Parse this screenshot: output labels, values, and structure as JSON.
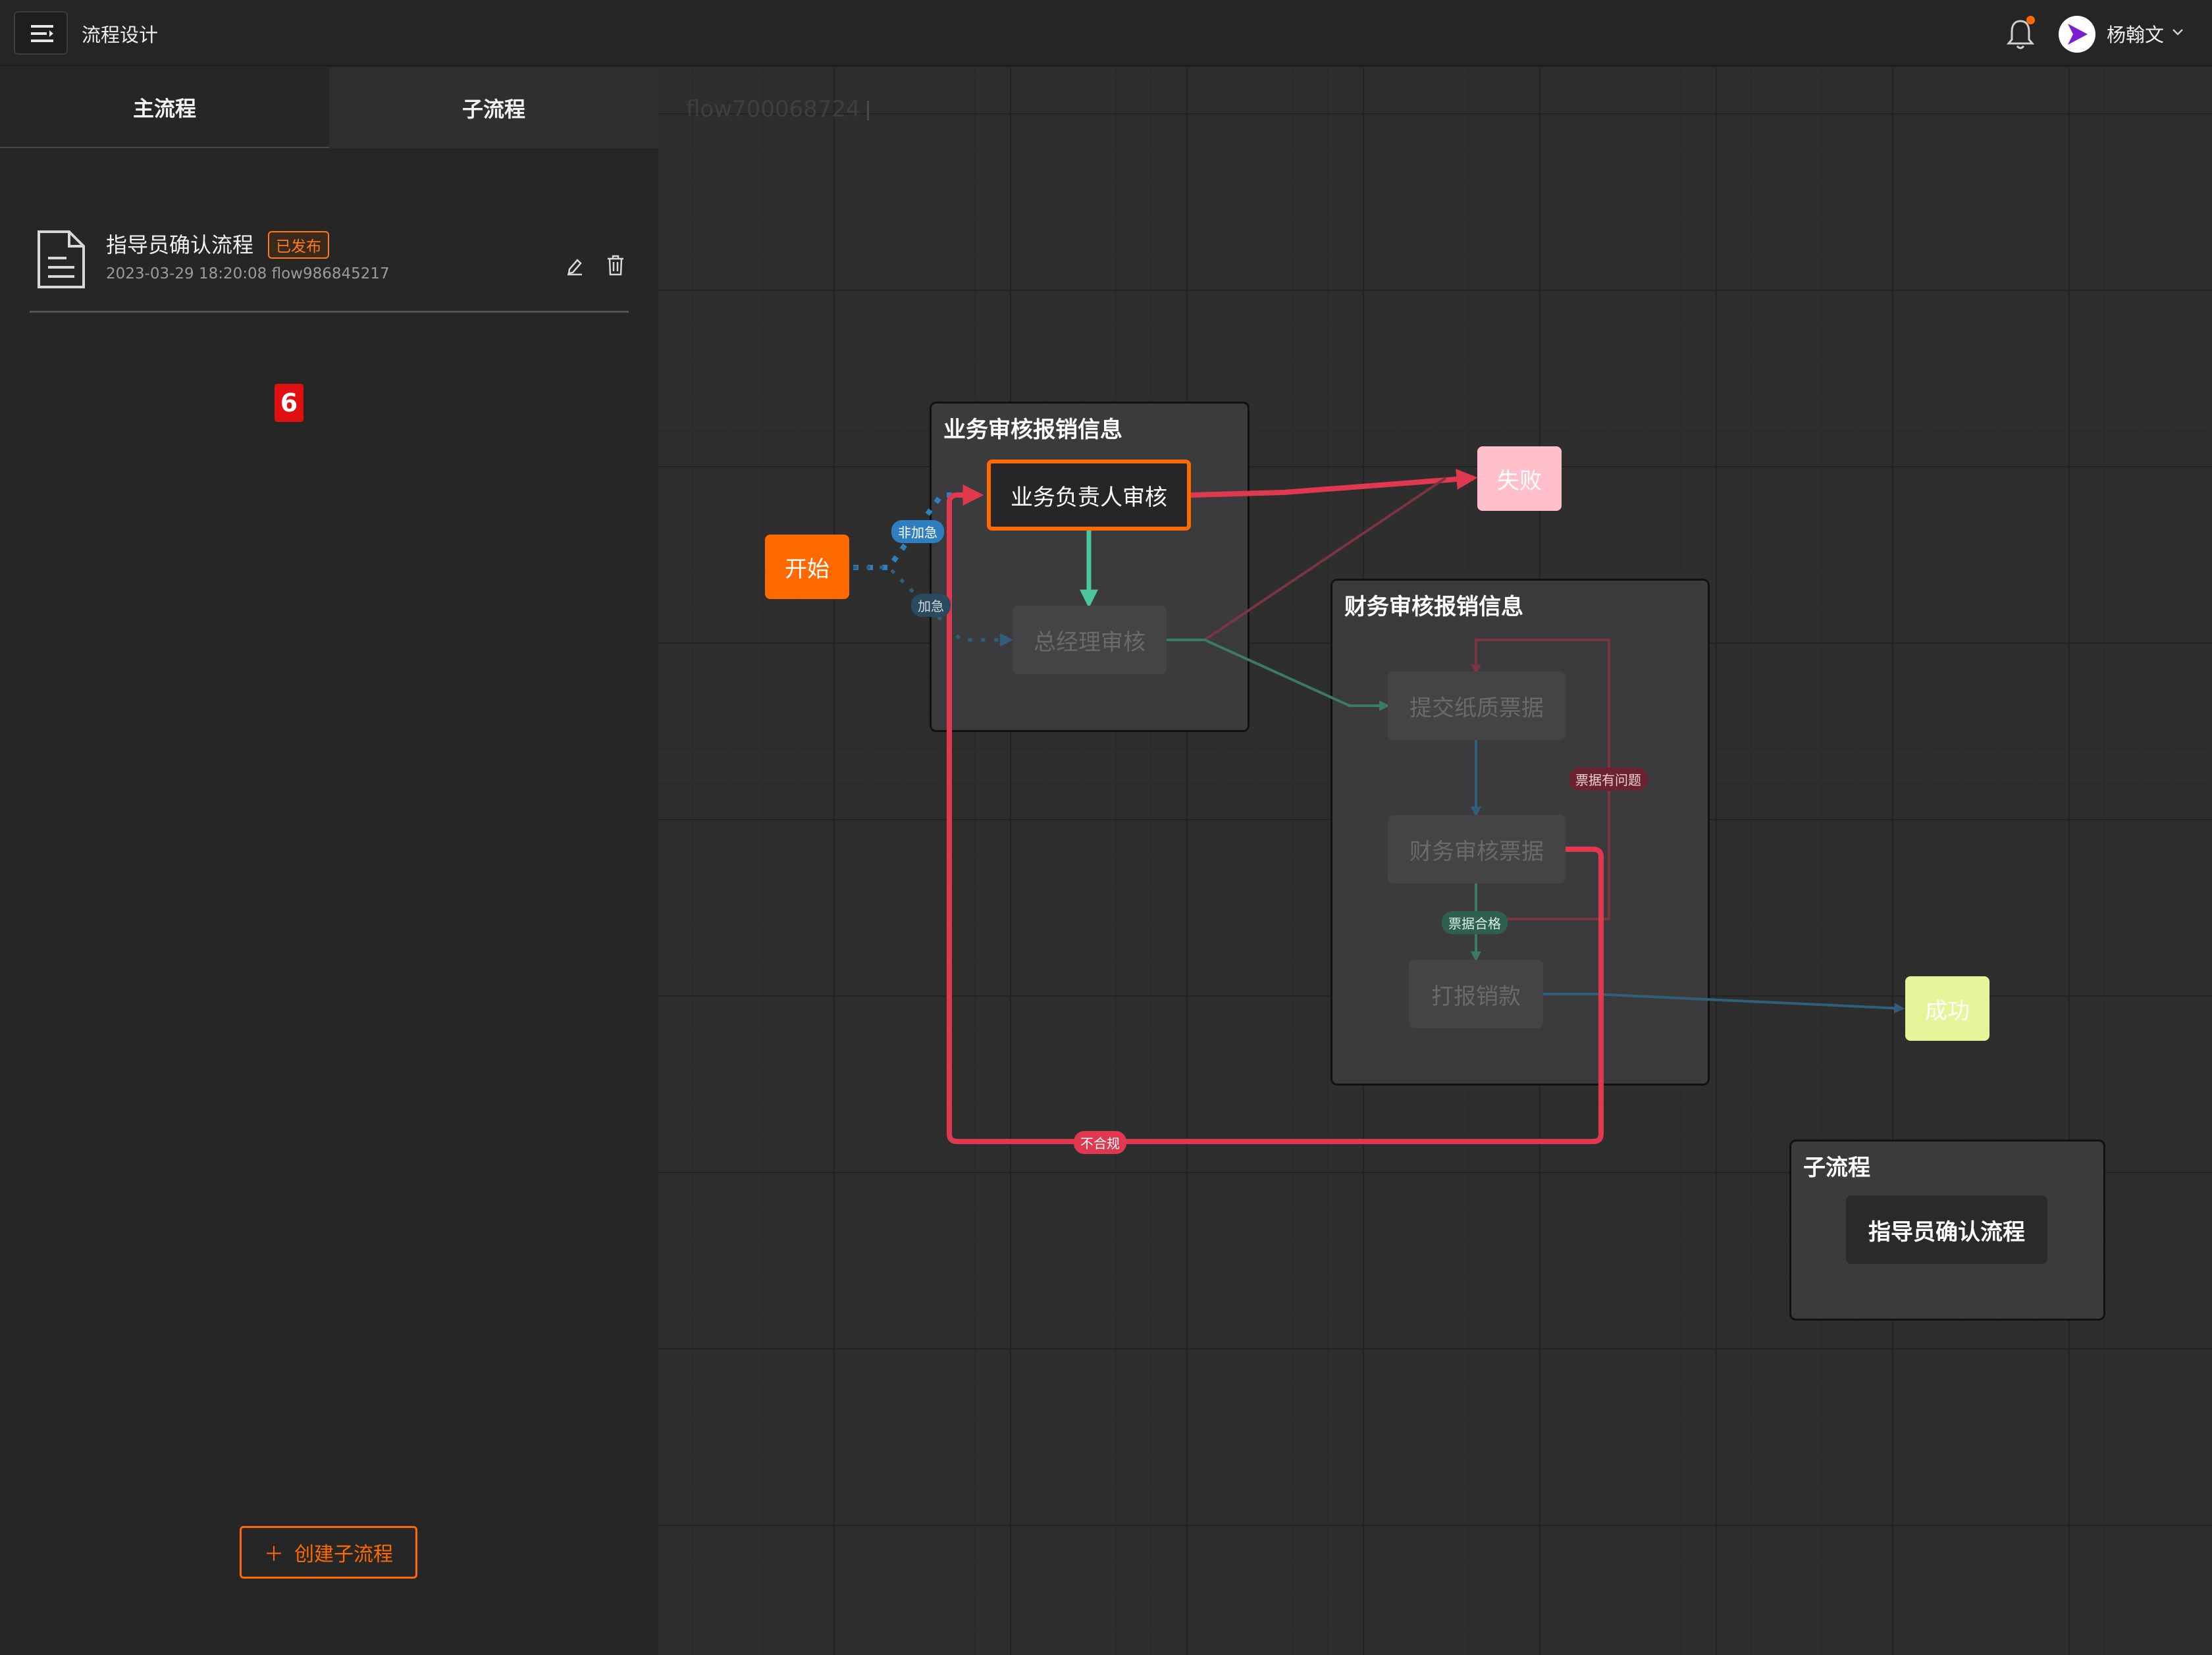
{
  "header": {
    "app_title": "流程设计",
    "user_name": "杨翰文"
  },
  "sidebar": {
    "tabs": [
      {
        "label": "主流程",
        "active": false
      },
      {
        "label": "子流程",
        "active": true
      }
    ],
    "items": [
      {
        "name": "指导员确认流程",
        "status": "已发布",
        "meta": "2023-03-29 18:20:08 flow986845217"
      }
    ],
    "count_badge": "6",
    "create_button": {
      "icon": "＋",
      "label": "创建子流程"
    }
  },
  "canvas": {
    "flow_id": "flow700068724",
    "groups": [
      {
        "title": "业务审核报销信息"
      },
      {
        "title": "财务审核报销信息"
      },
      {
        "title": "子流程"
      }
    ],
    "nodes": {
      "start": "开始",
      "fail": "失败",
      "success": "成功",
      "business_review": "业务负责人审核",
      "gm_review": "总经理审核",
      "submit_paper": "提交纸质票据",
      "finance_review": "财务审核票据",
      "reimburse": "打报销款",
      "sub_flow": "指导员确认流程"
    },
    "edge_labels": {
      "non_urgent": "非加急",
      "urgent": "加急",
      "ticket_issue": "票据有问题",
      "ticket_ok": "票据合格",
      "non_compliant": "不合规"
    },
    "colors": {
      "accent": "#ff6a00",
      "fail_edge": "#e0394f",
      "ok_edge": "#4cc79a",
      "dim_edge_blue": "#2f5f7a"
    }
  }
}
